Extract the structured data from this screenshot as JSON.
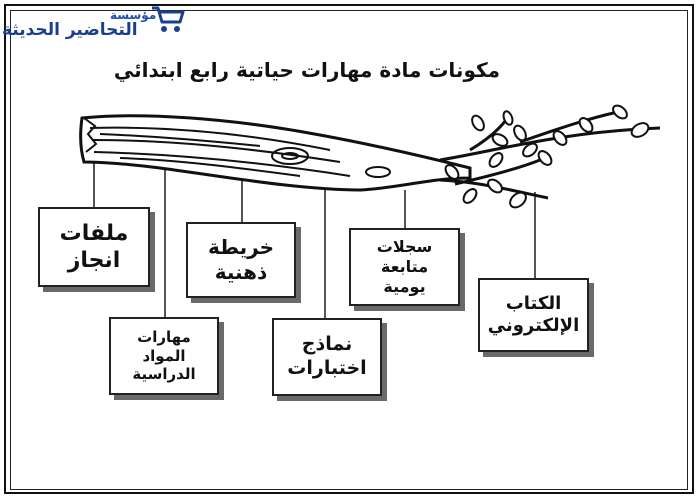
{
  "logo": {
    "line1": "مؤسسة",
    "line2": "التحاضير الحديثة"
  },
  "title": "مكونات مادة مهارات حياتية رابع ابتدائي",
  "components": [
    "ملفات\nانجاز",
    "خريطة\nذهنية",
    "سجلات\nمتابعة\nيومية",
    "الكتاب\nالإلكتروني",
    "مهارات\nالمواد\nالدراسية",
    "نماذج\nاختبارات"
  ],
  "colors": {
    "text": "#111111",
    "logo_blue": "#1b3f8f",
    "box_shadow": "#6a6a6a"
  }
}
